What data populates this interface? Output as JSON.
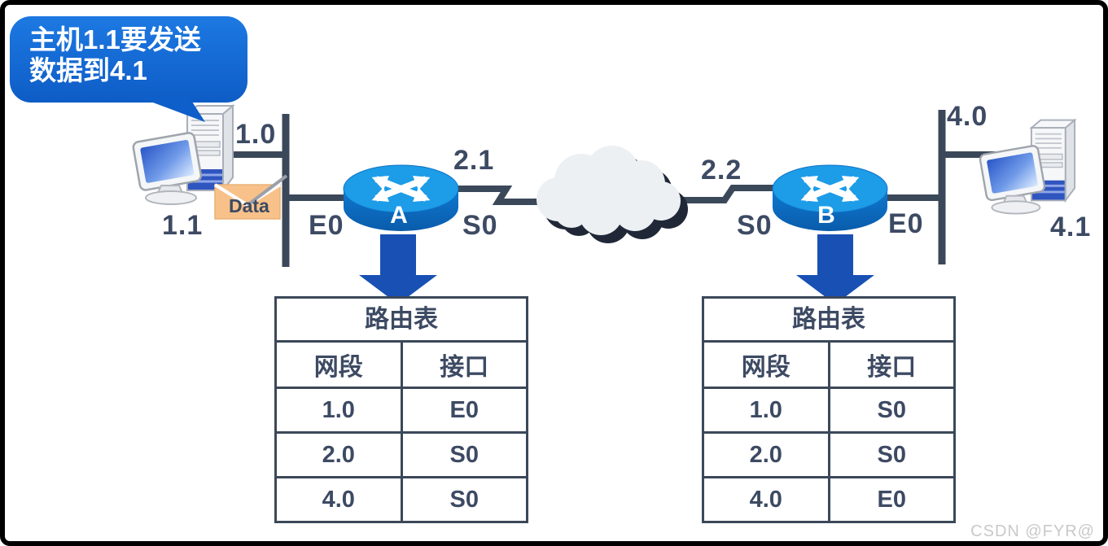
{
  "callout": {
    "line1": "主机1.1要发送",
    "line2": "数据到4.1"
  },
  "network": {
    "left_segment_ip": "1.0",
    "left_host_ip": "1.1",
    "right_segment_ip": "4.0",
    "right_host_ip": "4.1",
    "packet_label": "Data",
    "router_a": {
      "name": "A",
      "ethernet_port": "E0",
      "serial_port": "S0",
      "serial_ip": "2.1"
    },
    "router_b": {
      "name": "B",
      "ethernet_port": "E0",
      "serial_port": "S0",
      "serial_ip": "2.2"
    }
  },
  "routing_tables": [
    {
      "title": "路由表",
      "headers": [
        "网段",
        "接口"
      ],
      "rows": [
        [
          "1.0",
          "E0"
        ],
        [
          "2.0",
          "S0"
        ],
        [
          "4.0",
          "S0"
        ]
      ]
    },
    {
      "title": "路由表",
      "headers": [
        "网段",
        "接口"
      ],
      "rows": [
        [
          "1.0",
          "S0"
        ],
        [
          "2.0",
          "S0"
        ],
        [
          "4.0",
          "E0"
        ]
      ]
    }
  ],
  "watermark": "CSDN @FYR@",
  "icons": {
    "hosts": "desktop-computer",
    "routers": "cisco-router",
    "wan": "cloud",
    "packet": "data-envelope",
    "table_pointer": "down-arrow"
  },
  "colors": {
    "callout_bg": "#1166d4",
    "line": "#3b4859",
    "text": "#3d4a63",
    "router_top": "#1d9ce8",
    "router_body": "#0d6fc4",
    "arrow": "#1950b4",
    "packet_bg": "#f7c189",
    "cloud": "#edf0f3",
    "cloud_shadow": "#202838",
    "watermark": "#c9c9c9"
  }
}
